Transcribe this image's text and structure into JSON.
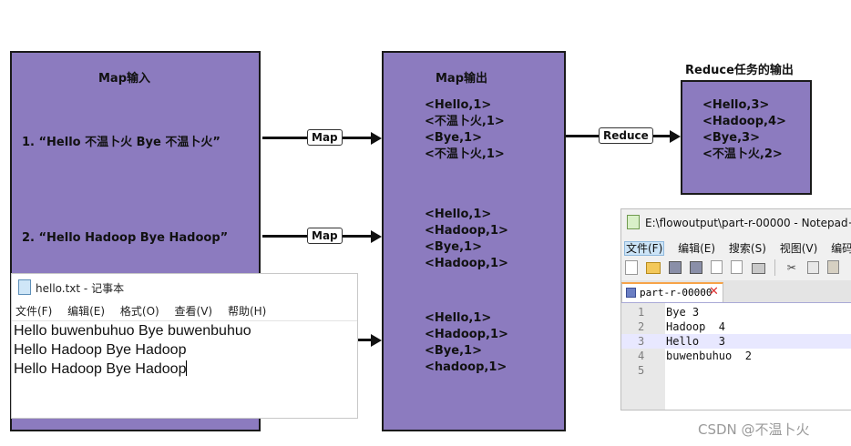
{
  "input_box": {
    "title": "Map输入",
    "line1": "1. “Hello 不温卜火 Bye 不温卜火”",
    "line2": "2. “Hello Hadoop Bye Hadoop”"
  },
  "map_label": "Map",
  "reduce_label": "Reduce",
  "map_output": {
    "title": "Map输出",
    "group1": [
      "<Hello,1>",
      "<不温卜火,1>",
      "<Bye,1>",
      "<不温卜火,1>"
    ],
    "group2": [
      "<Hello,1>",
      "<Hadoop,1>",
      "<Bye,1>",
      "<Hadoop,1>"
    ],
    "group3": [
      "<Hello,1>",
      "<Hadoop,1>",
      "<Bye,1>",
      "<hadoop,1>"
    ]
  },
  "reduce_output": {
    "title": "Reduce任务的输出",
    "items": [
      "<Hello,3>",
      "<Hadoop,4>",
      "<Bye,3>",
      "<不温卜火,2>"
    ]
  },
  "notepad": {
    "title": "hello.txt - 记事本",
    "menu": [
      "文件(F)",
      "编辑(E)",
      "格式(O)",
      "查看(V)",
      "帮助(H)"
    ],
    "lines": [
      "Hello buwenbuhuo Bye buwenbuhuo",
      "Hello Hadoop Bye Hadoop",
      "Hello Hadoop Bye Hadoop"
    ]
  },
  "notepadpp": {
    "title": "E:\\flowoutput\\part-r-00000 - Notepad+",
    "menu": [
      "文件(F)",
      "编辑(E)",
      "搜索(S)",
      "视图(V)",
      "编码("
    ],
    "tab": "part-r-00000",
    "line_numbers": [
      "1",
      "2",
      "3",
      "4",
      "5"
    ],
    "lines": [
      "Bye 3",
      "Hadoop  4",
      "Hello   3",
      "buwenbuhuo  2",
      ""
    ]
  },
  "watermark": "CSDN @不温卜火",
  "colors": {
    "box_fill": "#8c7bbf",
    "arrow": "#111111"
  }
}
